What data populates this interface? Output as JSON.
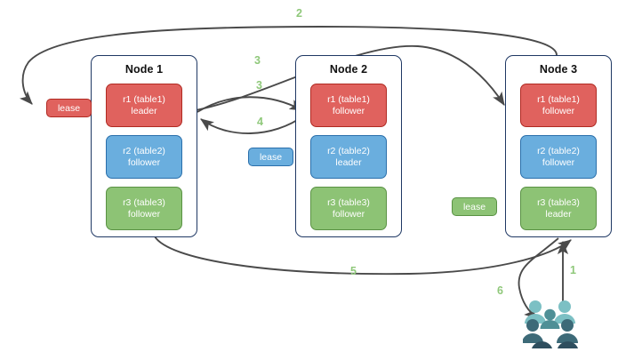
{
  "diagram": {
    "title": "Multi-Raft lease and request routing diagram",
    "colors": {
      "red": "#e0625e",
      "red_border": "#b02a22",
      "blue": "#6aaede",
      "blue_border": "#2a6fab",
      "green": "#8dc375",
      "green_border": "#5a9244",
      "node_border": "#1f3864",
      "arrow": "#4a4a4a",
      "step_label": "#8fc87a",
      "user_light": "#7cc0c4",
      "user_mid": "#4f8f96",
      "user_dark": "#2e4e5e"
    },
    "nodes": [
      {
        "id": "node1",
        "title": "Node 1",
        "replicas": [
          {
            "id": "r1",
            "name": "r1 (table1)",
            "role": "leader",
            "color": "red"
          },
          {
            "id": "r2",
            "name": "r2 (table2)",
            "role": "follower",
            "color": "blue"
          },
          {
            "id": "r3",
            "name": "r3 (table3)",
            "role": "follower",
            "color": "green"
          }
        ]
      },
      {
        "id": "node2",
        "title": "Node 2",
        "replicas": [
          {
            "id": "r1",
            "name": "r1 (table1)",
            "role": "follower",
            "color": "red"
          },
          {
            "id": "r2",
            "name": "r2 (table2)",
            "role": "leader",
            "color": "blue"
          },
          {
            "id": "r3",
            "name": "r3 (table3)",
            "role": "follower",
            "color": "green"
          }
        ]
      },
      {
        "id": "node3",
        "title": "Node 3",
        "replicas": [
          {
            "id": "r1",
            "name": "r1 (table1)",
            "role": "follower",
            "color": "red"
          },
          {
            "id": "r2",
            "name": "r2 (table2)",
            "role": "follower",
            "color": "blue"
          },
          {
            "id": "r3",
            "name": "r3 (table3)",
            "role": "leader",
            "color": "green"
          }
        ]
      }
    ],
    "leases": [
      {
        "id": "lease-table1",
        "label": "lease",
        "color": "red"
      },
      {
        "id": "lease-table2",
        "label": "lease",
        "color": "blue"
      },
      {
        "id": "lease-table3",
        "label": "lease",
        "color": "green"
      }
    ],
    "steps": [
      {
        "id": "step-1",
        "label": "1"
      },
      {
        "id": "step-2",
        "label": "2"
      },
      {
        "id": "step-3a",
        "label": "3"
      },
      {
        "id": "step-3b",
        "label": "3"
      },
      {
        "id": "step-4",
        "label": "4"
      },
      {
        "id": "step-5",
        "label": "5"
      },
      {
        "id": "step-6",
        "label": "6"
      }
    ],
    "actor": {
      "id": "clients",
      "icon": "users-icon"
    }
  }
}
